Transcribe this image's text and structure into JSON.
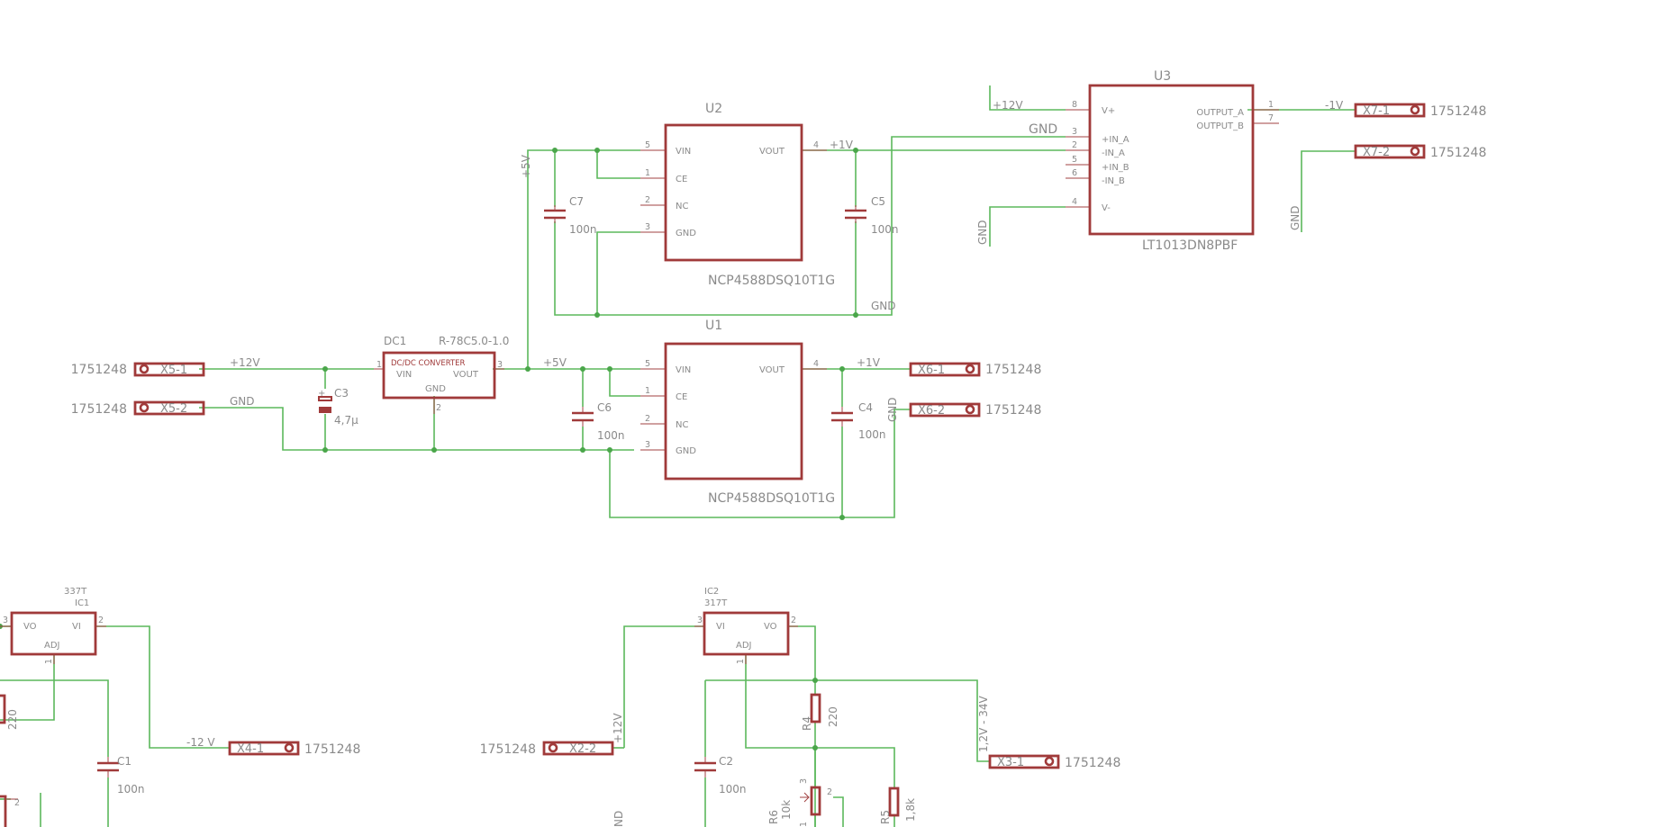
{
  "components": {
    "u1": {
      "ref": "U1",
      "value": "NCP4588DSQ10T1G",
      "pins": {
        "vin": "VIN",
        "ce": "CE",
        "nc": "NC",
        "gnd": "GND",
        "vout": "VOUT"
      },
      "pin_numbers": {
        "vin": "5",
        "ce": "1",
        "nc": "2",
        "gnd": "3",
        "vout": "4"
      }
    },
    "u2": {
      "ref": "U2",
      "value": "NCP4588DSQ10T1G",
      "pins": {
        "vin": "VIN",
        "ce": "CE",
        "nc": "NC",
        "gnd": "GND",
        "vout": "VOUT"
      },
      "pin_numbers": {
        "vin": "5",
        "ce": "1",
        "nc": "2",
        "gnd": "3",
        "vout": "4"
      }
    },
    "u3": {
      "ref": "U3",
      "value": "LT1013DN8PBF",
      "pins": {
        "vp": "V+",
        "inpa": "+IN_A",
        "inna": "-IN_A",
        "inpb": "+IN_B",
        "innb": "-IN_B",
        "vm": "V-",
        "outa": "OUTPUT_A",
        "outb": "OUTPUT_B"
      },
      "pin_numbers": {
        "vp": "8",
        "inpa": "3",
        "inna": "2",
        "inpb": "5",
        "innb": "6",
        "vm": "4",
        "outa": "1",
        "outb": "7"
      }
    },
    "dc1": {
      "ref": "DC1",
      "value": "R-78C5.0-1.0",
      "body": "DC/DC CONVERTER",
      "pins": {
        "vin": "VIN",
        "vout": "VOUT",
        "gnd": "GND"
      },
      "pin_numbers": {
        "vin": "1",
        "vout": "3",
        "gnd": "2"
      }
    },
    "ic1": {
      "ref": "IC1",
      "value": "337T",
      "pins": {
        "vo": "VO",
        "vi": "VI",
        "adj": "ADJ"
      },
      "pin_numbers": {
        "vo": "3",
        "vi": "2",
        "adj": "1"
      }
    },
    "ic2": {
      "ref": "IC2",
      "value": "317T",
      "pins": {
        "vi": "VI",
        "vo": "VO",
        "adj": "ADJ"
      },
      "pin_numbers": {
        "vi": "3",
        "vo": "2",
        "adj": "1"
      }
    },
    "c1": {
      "ref": "C1",
      "value": "100n"
    },
    "c2": {
      "ref": "C2",
      "value": "100n"
    },
    "c3": {
      "ref": "C3",
      "value": "4,7µ",
      "polarity": "+"
    },
    "c4": {
      "ref": "C4",
      "value": "100n"
    },
    "c5": {
      "ref": "C5",
      "value": "100n"
    },
    "c6": {
      "ref": "C6",
      "value": "100n"
    },
    "c7": {
      "ref": "C7",
      "value": "100n"
    },
    "r1": {
      "value": "220"
    },
    "r2": {
      "pin": "2"
    },
    "r4": {
      "ref": "R4",
      "value": "220"
    },
    "r5": {
      "ref": "R5",
      "value": "1,8k"
    },
    "r6": {
      "ref": "R6",
      "value": "10k",
      "pin1": "1",
      "pin2": "2",
      "pin3": "3"
    }
  },
  "connectors": {
    "x5_1": {
      "label": "X5-1",
      "part": "1751248"
    },
    "x5_2": {
      "label": "X5-2",
      "part": "1751248"
    },
    "x6_1": {
      "label": "X6-1",
      "part": "1751248"
    },
    "x6_2": {
      "label": "X6-2",
      "part": "1751248"
    },
    "x7_1": {
      "label": "X7-1",
      "part": "1751248"
    },
    "x7_2": {
      "label": "X7-2",
      "part": "1751248"
    },
    "x4_1": {
      "label": "X4-1",
      "part": "1751248"
    },
    "x2_2": {
      "label": "X2-2",
      "part": "1751248"
    },
    "x3_1": {
      "label": "X3-1",
      "part": "1751248"
    }
  },
  "nets": {
    "p12v": "+12V",
    "gnd": "GND",
    "p5v": "+5V",
    "p1v": "+1V",
    "m1v": "-1V",
    "m12v": "-12 V",
    "p12v_b": "+12V",
    "range": "1,2V - 34V",
    "gnd_cut": "ND"
  },
  "colors": {
    "wire": "#5cb85c",
    "part": "#a03a3a",
    "text": "#8a8a8a",
    "junction": "#4aa64a",
    "background": "#ffffff"
  }
}
